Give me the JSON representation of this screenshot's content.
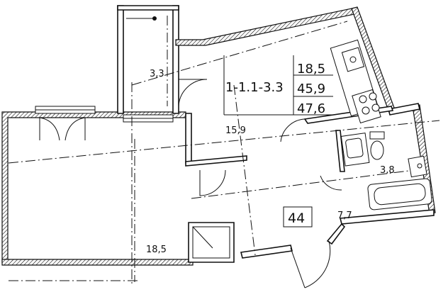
{
  "plan": {
    "code_label": "1-1.1-3.3",
    "areas": [
      "18,5",
      "45,9",
      "47,6"
    ],
    "unit_number": "44",
    "rooms": {
      "balcony": "3,3",
      "kitchen": "15,9",
      "living": "18,5",
      "bathroom": "3,8",
      "hall": "7,7"
    }
  },
  "colors": {
    "line": "#111111",
    "background": "#ffffff"
  }
}
